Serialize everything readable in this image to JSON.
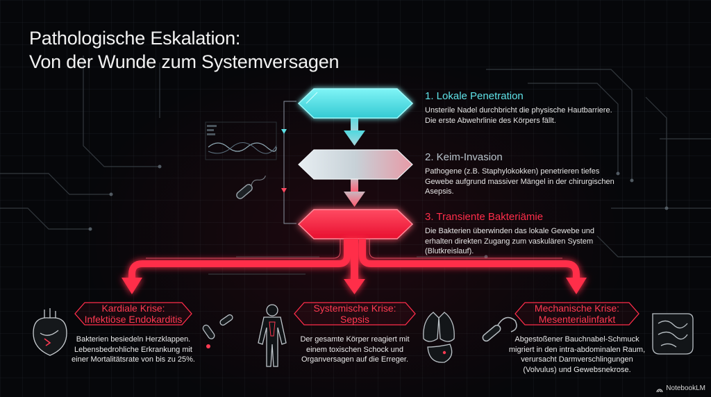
{
  "title": {
    "line1": "Pathologische Eskalation:",
    "line2": "Von der Wunde zum Systemversagen"
  },
  "steps": [
    {
      "title": "1. Lokale Penetration",
      "desc": [
        "Unsterile Nadel durchbricht die physische Hautbarriere.",
        "Die erste Abwehrlinie des Körpers fällt."
      ],
      "color": "#5fe3e8"
    },
    {
      "title": "2. Keim-Invasion",
      "desc": [
        "Pathogene (z.B. Staphylokokken) penetrieren tiefes",
        "Gewebe aufgrund massiver Mängel in der chirurgischen",
        "Asepsis."
      ],
      "color": "#b9c4cc"
    },
    {
      "title": "3. Transiente Bakteriämie",
      "desc": [
        "Die Bakterien überwinden das lokale Gewebe und",
        "erhalten direkten Zugang zum vaskulären System",
        "(Blutkreislauf)."
      ],
      "color": "#ff2d4a"
    }
  ],
  "crises": [
    {
      "title": [
        "Kardiale Krise:",
        "Infektiöse Endokarditis"
      ],
      "desc": [
        "Bakterien besiedeln Herzklappen.",
        "Lebensbedrohliche Erkrankung mit",
        "einer Mortalitätsrate von bis zu 25%."
      ]
    },
    {
      "title": [
        "Systemische Krise:",
        "Sepsis"
      ],
      "desc": [
        "Der gesamte Körper reagiert mit",
        "einem toxischen Schock und",
        "Organversagen auf die Erreger."
      ]
    },
    {
      "title": [
        "Mechanische Krise:",
        "Mesenterialinfarkt"
      ],
      "desc": [
        "Abgestoßener Bauchnabel-Schmuck",
        "migriert in den intra-abdominalen Raum,",
        "verursacht Darmverschlingungen",
        "(Volvulus) und Gewebsnekrose."
      ]
    }
  ],
  "icons": [
    "heart-icon",
    "bacteria-icon",
    "body-silhouette-icon",
    "lungs-stomach-icon",
    "navel-piercing-icon",
    "intestine-icon",
    "virus-icon",
    "waveform-icon"
  ],
  "colors": {
    "cyan": "#5fe3e8",
    "silver": "#b9c4cc",
    "red": "#ff2d4a"
  },
  "brand": {
    "label": "NotebookLM"
  }
}
